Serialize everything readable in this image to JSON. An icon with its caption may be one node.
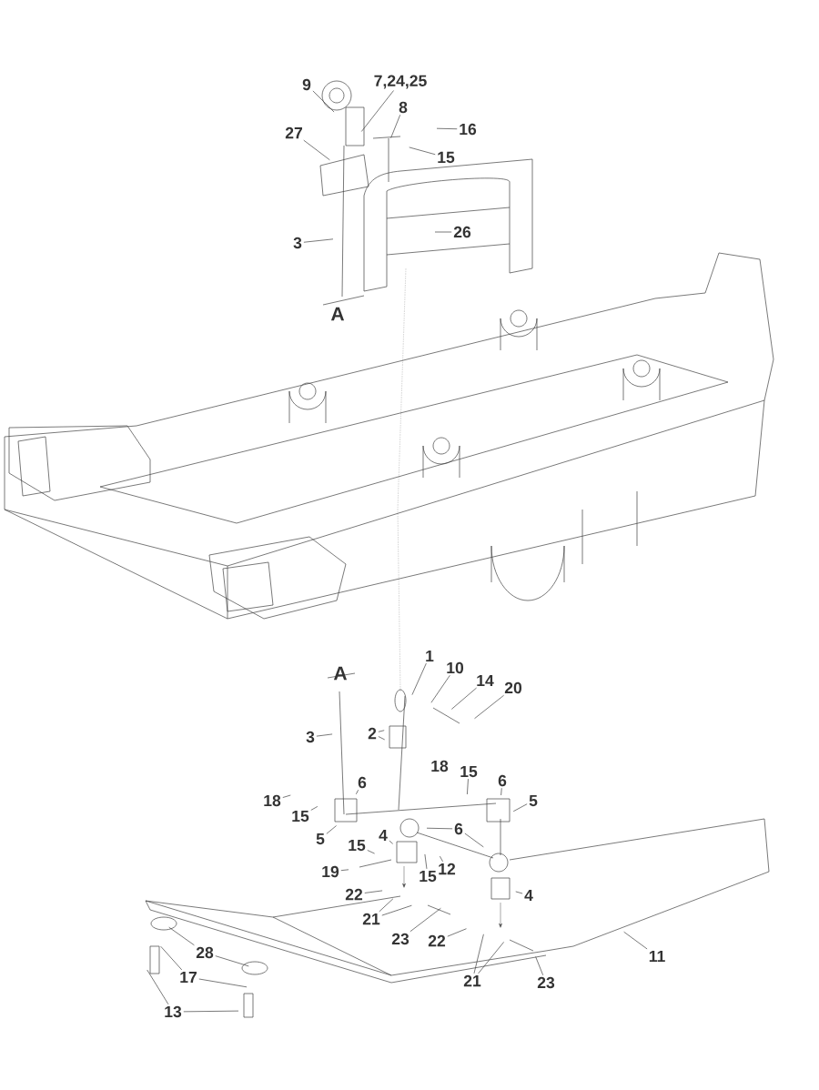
{
  "diagram": {
    "nodes": [
      {
        "text": [
          "9"
        ]
      },
      {
        "text": [
          "7,24,25"
        ]
      },
      {
        "text": [
          "8"
        ]
      },
      {
        "text": [
          "27"
        ]
      },
      {
        "text": [
          "16"
        ]
      },
      {
        "text": [
          "15"
        ]
      },
      {
        "text": [
          "3"
        ]
      },
      {
        "text": [
          "26"
        ]
      },
      {
        "text": [
          "1"
        ]
      },
      {
        "text": [
          "10"
        ]
      },
      {
        "text": [
          "14"
        ]
      },
      {
        "text": [
          "20"
        ]
      },
      {
        "text": [
          "2"
        ]
      },
      {
        "text": [
          "3"
        ]
      },
      {
        "text": [
          "18"
        ]
      },
      {
        "text": [
          "15"
        ]
      },
      {
        "text": [
          "6"
        ]
      },
      {
        "text": [
          "5"
        ]
      },
      {
        "text": [
          "18"
        ]
      },
      {
        "text": [
          "15"
        ]
      },
      {
        "text": [
          "6"
        ]
      },
      {
        "text": [
          "5"
        ]
      },
      {
        "text": [
          "4"
        ]
      },
      {
        "text": [
          "15"
        ]
      },
      {
        "text": [
          "6"
        ]
      },
      {
        "text": [
          "19"
        ]
      },
      {
        "text": [
          "12"
        ]
      },
      {
        "text": [
          "15"
        ]
      },
      {
        "text": [
          "4"
        ]
      },
      {
        "text": [
          "22"
        ]
      },
      {
        "text": [
          "21"
        ]
      },
      {
        "text": [
          "23"
        ]
      },
      {
        "text": [
          "22"
        ]
      },
      {
        "text": [
          "21"
        ]
      },
      {
        "text": [
          "23"
        ]
      },
      {
        "text": [
          "11"
        ]
      },
      {
        "text": [
          "28"
        ]
      },
      {
        "text": [
          "17"
        ]
      },
      {
        "text": [
          "13"
        ]
      }
    ],
    "edges": [
      {
        "from": 0,
        "to": null,
        "arrow": "none"
      },
      {
        "from": 1,
        "to": null,
        "arrow": "none"
      },
      {
        "from": 2,
        "to": null,
        "arrow": "none"
      },
      {
        "from": 3,
        "to": null,
        "arrow": "none"
      },
      {
        "from": 4,
        "to": null,
        "arrow": "none"
      },
      {
        "from": 5,
        "to": null,
        "arrow": "none"
      },
      {
        "from": 6,
        "to": null,
        "arrow": "none"
      },
      {
        "from": 7,
        "to": null,
        "arrow": "none"
      },
      {
        "from": 8,
        "to": null,
        "arrow": "none"
      },
      {
        "from": 9,
        "to": null,
        "arrow": "none"
      },
      {
        "from": 10,
        "to": null,
        "arrow": "none"
      },
      {
        "from": 11,
        "to": null,
        "arrow": "none"
      },
      {
        "from": 12,
        "to": null,
        "arrow": "none"
      },
      {
        "from": 12,
        "to": null,
        "arrow": "none"
      },
      {
        "from": 13,
        "to": null,
        "arrow": "none"
      },
      {
        "from": 15,
        "to": null,
        "arrow": "none"
      },
      {
        "from": 16,
        "to": null,
        "arrow": "none"
      },
      {
        "from": 17,
        "to": null,
        "arrow": "none"
      },
      {
        "from": 18,
        "to": null,
        "arrow": "none"
      },
      {
        "from": 19,
        "to": null,
        "arrow": "none"
      },
      {
        "from": 20,
        "to": null,
        "arrow": "none"
      },
      {
        "from": 21,
        "to": null,
        "arrow": "none"
      },
      {
        "from": 22,
        "to": null,
        "arrow": "none"
      },
      {
        "from": 23,
        "to": null,
        "arrow": "none"
      },
      {
        "from": 24,
        "to": null,
        "arrow": "none"
      },
      {
        "from": 24,
        "to": null,
        "arrow": "none"
      },
      {
        "from": 25,
        "to": null,
        "arrow": "none"
      },
      {
        "from": 26,
        "to": null,
        "arrow": "none"
      },
      {
        "from": 27,
        "to": null,
        "arrow": "none"
      },
      {
        "from": 28,
        "to": null,
        "arrow": "none"
      },
      {
        "from": 29,
        "to": null,
        "arrow": "none"
      },
      {
        "from": 30,
        "to": null,
        "arrow": "none"
      },
      {
        "from": 30,
        "to": null,
        "arrow": "none"
      },
      {
        "from": 31,
        "to": null,
        "arrow": "none"
      },
      {
        "from": 32,
        "to": null,
        "arrow": "none"
      },
      {
        "from": 33,
        "to": null,
        "arrow": "none"
      },
      {
        "from": 33,
        "to": null,
        "arrow": "none"
      },
      {
        "from": 34,
        "to": null,
        "arrow": "none"
      },
      {
        "from": 35,
        "to": null,
        "arrow": "none"
      },
      {
        "from": 36,
        "to": null,
        "arrow": "none"
      },
      {
        "from": 36,
        "to": null,
        "arrow": "none"
      },
      {
        "from": 37,
        "to": null,
        "arrow": "none"
      },
      {
        "from": 37,
        "to": null,
        "arrow": "none"
      },
      {
        "from": 38,
        "to": null,
        "arrow": "none"
      },
      {
        "from": 38,
        "to": null,
        "arrow": "none"
      }
    ],
    "labels": [
      "A",
      "A"
    ]
  }
}
